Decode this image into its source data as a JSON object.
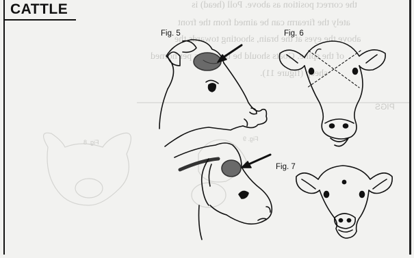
{
  "section": {
    "heading": "CATTLE"
  },
  "figures": [
    {
      "id": "fig5",
      "label": "Fig. 5"
    },
    {
      "id": "fig6",
      "label": "Fig. 6"
    },
    {
      "id": "fig7",
      "label": "Fig. 7"
    }
  ],
  "bleed_through": {
    "lines": [
      "the correct position as above. Poll (head) is",
      "ately the firearm can be aimed from the front",
      "above the eyes at the brain, shooting towards the",
      "of the spine. Goats should be treated as per horned",
      "sheep (figure 11)."
    ],
    "pigs_label": "PIGS",
    "pig_fig_labels": [
      "Fig. 8",
      "Fig. 9"
    ]
  },
  "colors": {
    "ink": "#111111",
    "brain": "#6a6a6a",
    "paper": "#f2f2f0",
    "bleed": "#c9c9c6"
  }
}
